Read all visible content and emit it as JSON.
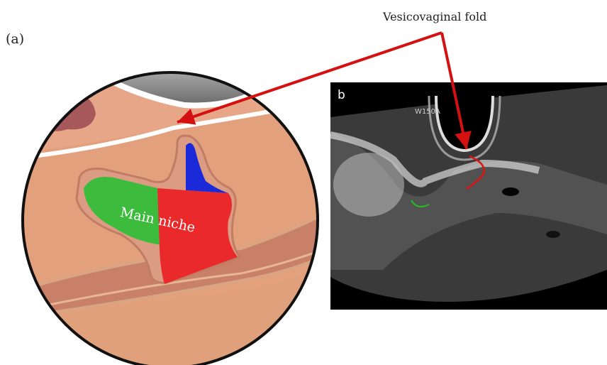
{
  "panel_a": {
    "label": "(a)",
    "region_label": "Main niche",
    "colors": {
      "tissue": "#e5a07a",
      "tissue_dark": "#c9826a",
      "lining": "#d79c80",
      "bladder": "#8d8d8d",
      "main_niche": "#ea2a2a",
      "branch_green": "#3dbb3d",
      "branch_blue": "#1a2ad8"
    }
  },
  "panel_b": {
    "label": "b",
    "probe_text": "W150A",
    "trace_colors": {
      "fold": "#e01010",
      "niche": "#22c022"
    }
  },
  "annotation": {
    "callout": "Vesicovaginal fold",
    "arrow_color": "#d41010"
  }
}
